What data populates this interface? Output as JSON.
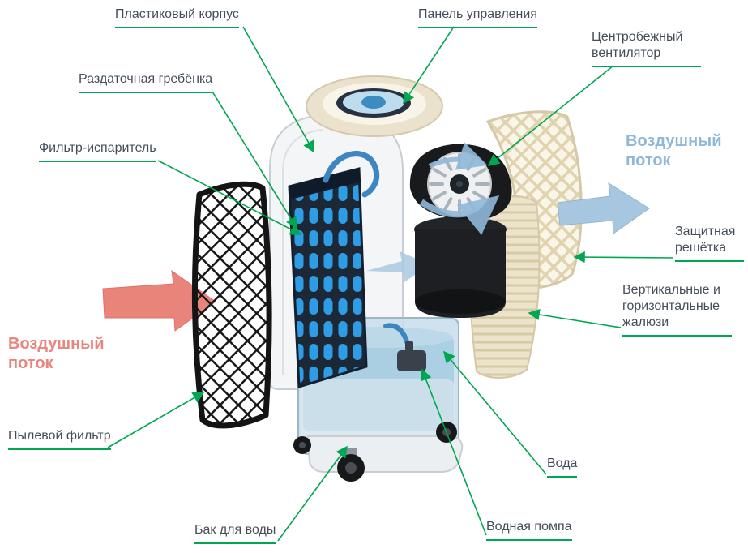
{
  "colors": {
    "leader_green": "#00a651",
    "airflow_in_text": "#e8857c",
    "airflow_out_text": "#8fb8d8",
    "label_text": "#454d58",
    "background": "#ffffff"
  },
  "labels": {
    "plastic_body": "Пластиковый корпус",
    "control_panel": "Панель управления",
    "centrifugal_fan": "Центробежный вентилятор",
    "distribution_comb": "Раздаточная гребёнка",
    "filter_evaporator": "Фильтр-испаритель",
    "airflow_out": "Воздушный поток",
    "protective_grille": "Защитная решётка",
    "louvers": "Вертикальные и горизонтальные жалюзи",
    "airflow_in": "Воздушный поток",
    "dust_filter": "Пылевой фильтр",
    "water_tank": "Бак для воды",
    "water_pump": "Водная помпа",
    "water": "Вода"
  }
}
